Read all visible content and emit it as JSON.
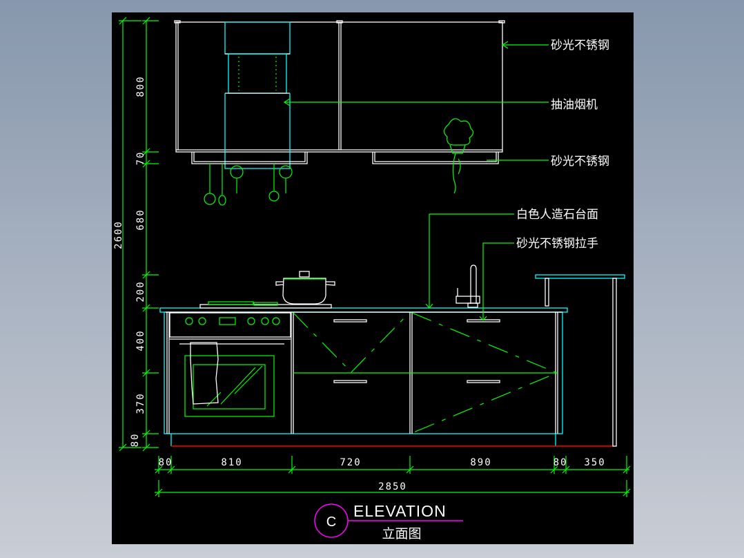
{
  "labels": {
    "top_cabinet_material": "砂光不锈钢",
    "range_hood": "抽油烟机",
    "rail_material": "砂光不锈钢",
    "countertop": "白色人造石台面",
    "handle": "砂光不锈钢拉手"
  },
  "vertical_dims": {
    "total": "2600",
    "segments": [
      "800",
      "70",
      "680",
      "200",
      "400",
      "370",
      "80"
    ]
  },
  "horizontal_dims": {
    "segments": [
      "80",
      "810",
      "720",
      "890",
      "80",
      "350"
    ],
    "total": "2850"
  },
  "title": {
    "marker": "C",
    "en": "ELEVATION",
    "zh": "立面图"
  },
  "colors": {
    "background": "#000000",
    "dimension": "#00ff00",
    "outline": "#ffffff",
    "accent": "#00ffff",
    "title_marker": "#ff00ff",
    "floor": "#ff0000"
  }
}
